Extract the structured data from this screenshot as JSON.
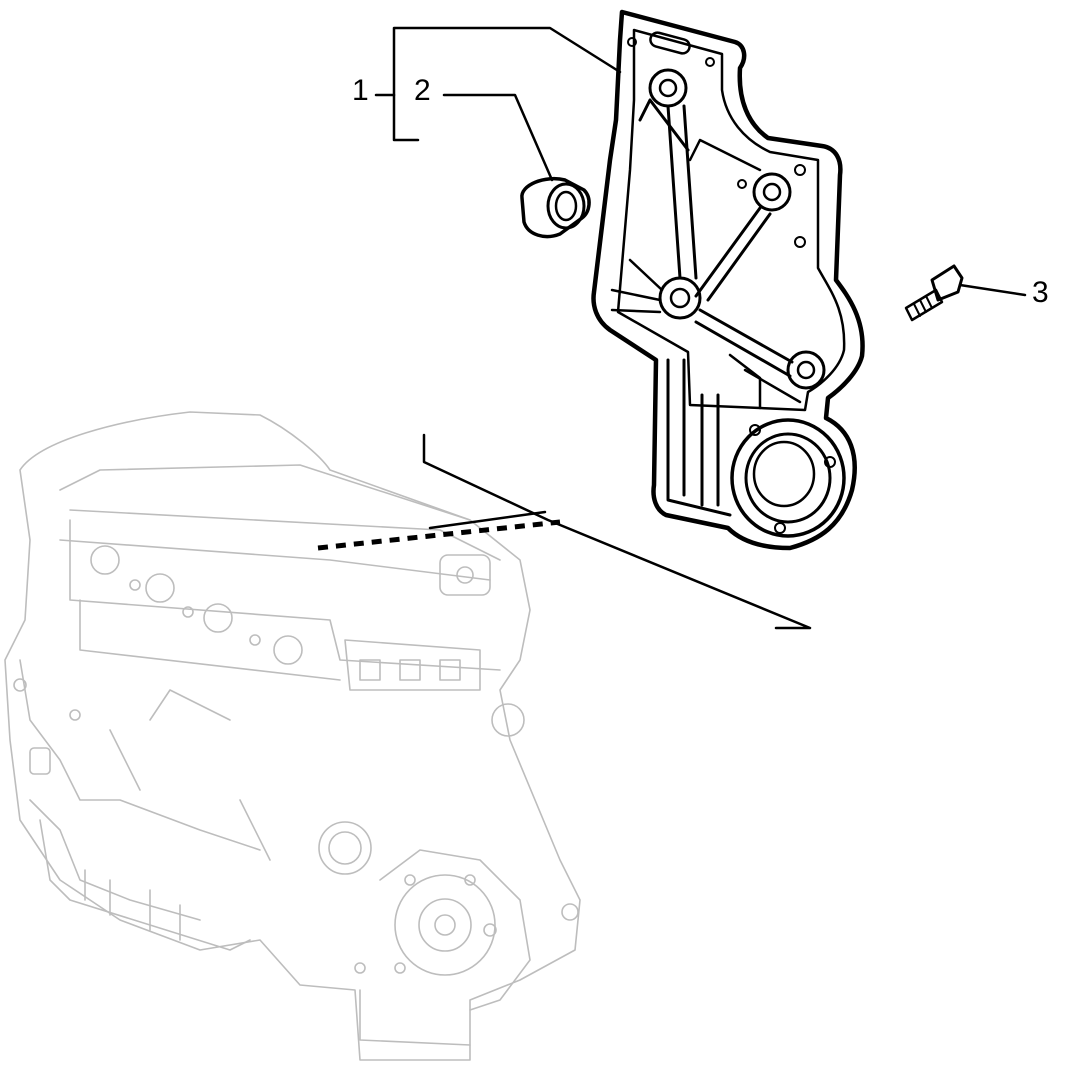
{
  "callouts": [
    {
      "id": "1",
      "label": "1"
    },
    {
      "id": "2",
      "label": "2"
    },
    {
      "id": "3",
      "label": "3"
    }
  ],
  "colors": {
    "ink": "#000000",
    "ghost": "#bdbdbd",
    "background": "#ffffff"
  }
}
